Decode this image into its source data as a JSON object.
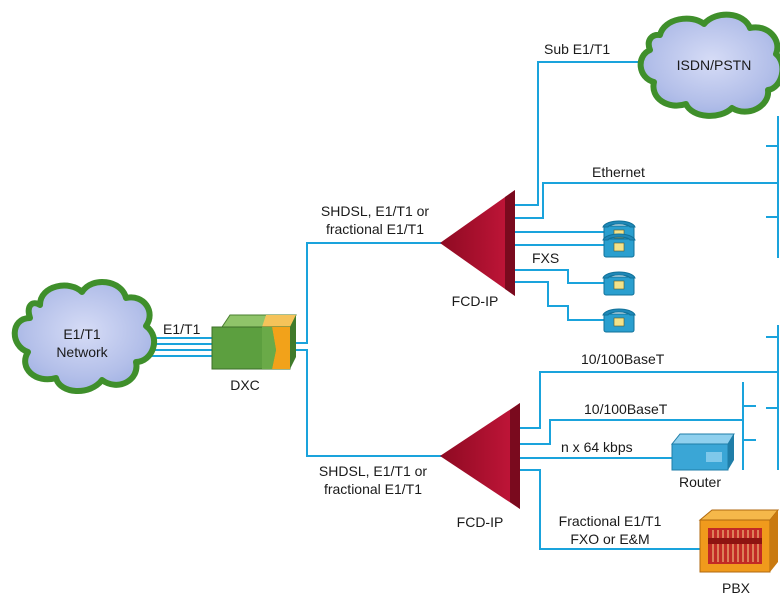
{
  "clouds": {
    "e1t1_network": {
      "line1": "E1/T1",
      "line2": "Network"
    },
    "isdn_pstn": "ISDN/PSTN"
  },
  "devices": {
    "dxc": "DXC",
    "fcd_ip_top": "FCD-IP",
    "fcd_ip_bottom": "FCD-IP",
    "router": "Router",
    "pbx": "PBX"
  },
  "links": {
    "e1t1": "E1/T1",
    "top_uplink": {
      "line1": "SHDSL, E1/T1 or",
      "line2": "fractional E1/T1"
    },
    "bottom_uplink": {
      "line1": "SHDSL, E1/T1 or",
      "line2": "fractional E1/T1"
    },
    "sub_e1t1": "Sub E1/T1",
    "ethernet": "Ethernet",
    "fxs": "FXS",
    "lan_a": "10/100BaseT",
    "lan_b": "10/100BaseT",
    "n64": "n x 64 kbps",
    "fractional": {
      "line1": "Fractional E1/T1",
      "line2": "FXO or E&M"
    }
  },
  "colors": {
    "line": "#1aa3dc",
    "fcd": "#b0102e",
    "cloud_outer": "#3f8f2b",
    "cloud_inner": "#b8c4ee",
    "dxc_green": "#5c9f3f",
    "dxc_orange": "#f2a21a",
    "phone": "#2a9fcf",
    "pbx_orange": "#f09a1c",
    "pbx_red": "#c22a25"
  }
}
